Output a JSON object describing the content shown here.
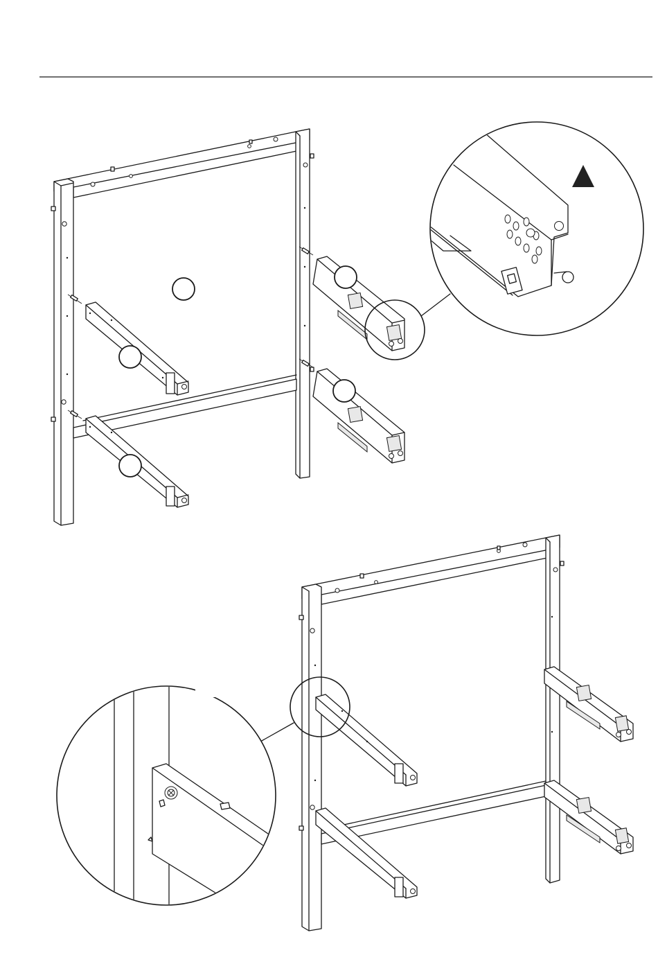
{
  "figure": {
    "header_rule": true,
    "steps": [
      {
        "id": "attach-rails",
        "step_bubbles": [
          "",
          "",
          "",
          "",
          ""
        ],
        "warning_icon": "triangle-warning-icon",
        "detail_view": "rail-end-cam-fitting"
      },
      {
        "id": "assembled-frame",
        "detail_view": "rail-cam-lock-closeup"
      }
    ]
  }
}
